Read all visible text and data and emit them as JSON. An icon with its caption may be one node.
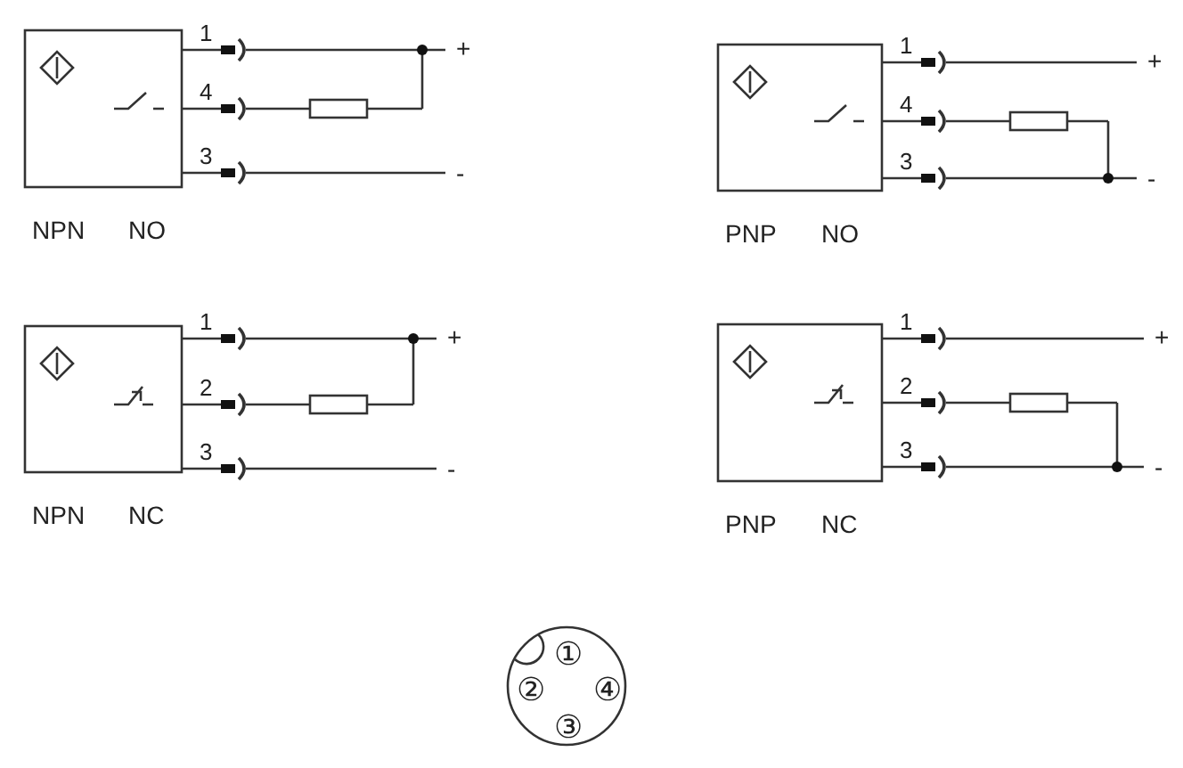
{
  "diagram": {
    "labels": [
      "1",
      "4",
      "3",
      "+",
      "-",
      "NPN",
      "NO",
      "1",
      "4",
      "3",
      "+",
      "-",
      "PNP",
      "NO",
      "1",
      "2",
      "3",
      "+",
      "-",
      "NPN",
      "NC",
      "1",
      "2",
      "3",
      "+",
      "-",
      "PNP",
      "NC",
      "①",
      "②",
      "④",
      "③"
    ]
  }
}
